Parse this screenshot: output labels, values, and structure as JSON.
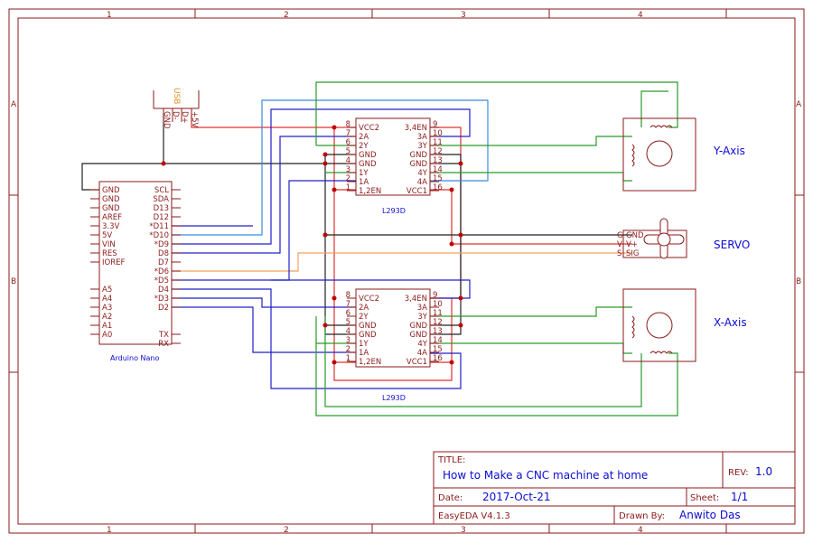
{
  "frame": {
    "columns": [
      "1",
      "2",
      "3",
      "4"
    ],
    "rows": [
      "A",
      "B"
    ]
  },
  "arduino": {
    "label": "Arduino Nano",
    "usb_label": "USB",
    "usb_pins": [
      "GND",
      "D-",
      "D+",
      "+5V"
    ],
    "left_pins": [
      "GND",
      "GND",
      "GND",
      "AREF",
      "3.3V",
      "5V",
      "VIN",
      "RES",
      "IOREF",
      "",
      "",
      "A5",
      "A4",
      "A3",
      "A2",
      "A1",
      "A0"
    ],
    "right_pins": [
      "SCL",
      "SDA",
      "D13",
      "D12",
      "*D11",
      "*D10",
      "*D9",
      "D8",
      "D7",
      "*D6",
      "*D5",
      "D4",
      "*D3",
      "D2",
      "",
      "",
      "TX",
      "RX"
    ]
  },
  "driver_top": {
    "label": "L293D",
    "left_pins": [
      {
        "num": "8",
        "name": "VCC2"
      },
      {
        "num": "7",
        "name": "2A"
      },
      {
        "num": "6",
        "name": "2Y"
      },
      {
        "num": "5",
        "name": "GND"
      },
      {
        "num": "4",
        "name": "GND"
      },
      {
        "num": "3",
        "name": "1Y"
      },
      {
        "num": "2",
        "name": "1A"
      },
      {
        "num": "1",
        "name": "1,2EN"
      }
    ],
    "right_pins": [
      {
        "num": "9",
        "name": "3,4EN"
      },
      {
        "num": "10",
        "name": "3A"
      },
      {
        "num": "11",
        "name": "3Y"
      },
      {
        "num": "12",
        "name": "GND"
      },
      {
        "num": "13",
        "name": "GND"
      },
      {
        "num": "14",
        "name": "4Y"
      },
      {
        "num": "15",
        "name": "4A"
      },
      {
        "num": "16",
        "name": "VCC1"
      }
    ]
  },
  "driver_bottom": {
    "label": "L293D",
    "left_pins": [
      {
        "num": "8",
        "name": "VCC2"
      },
      {
        "num": "7",
        "name": "2A"
      },
      {
        "num": "6",
        "name": "2Y"
      },
      {
        "num": "5",
        "name": "GND"
      },
      {
        "num": "4",
        "name": "GND"
      },
      {
        "num": "3",
        "name": "1Y"
      },
      {
        "num": "2",
        "name": "1A"
      },
      {
        "num": "1",
        "name": "1,2EN"
      }
    ],
    "right_pins": [
      {
        "num": "9",
        "name": "3,4EN"
      },
      {
        "num": "10",
        "name": "3A"
      },
      {
        "num": "11",
        "name": "3Y"
      },
      {
        "num": "12",
        "name": "GND"
      },
      {
        "num": "13",
        "name": "GND"
      },
      {
        "num": "14",
        "name": "4Y"
      },
      {
        "num": "15",
        "name": "4A"
      },
      {
        "num": "16",
        "name": "VCC1"
      }
    ]
  },
  "servo": {
    "label": "SERVO",
    "pins": [
      "GND",
      "V+",
      "SIG"
    ],
    "pin_marks": [
      "G",
      "V",
      "S"
    ]
  },
  "motors": {
    "y_label": "Y-Axis",
    "x_label": "X-Axis"
  },
  "title_block": {
    "title_label": "TITLE:",
    "title": "How to Make a CNC machine at home",
    "rev_label": "REV:",
    "rev": "1.0",
    "date_label": "Date:",
    "date": "2017-Oct-21",
    "sheet_label": "Sheet:",
    "sheet": "1/1",
    "tool": "EasyEDA V4.1.3",
    "drawn_label": "Drawn By:",
    "drawn_by": "Anwito Das"
  }
}
